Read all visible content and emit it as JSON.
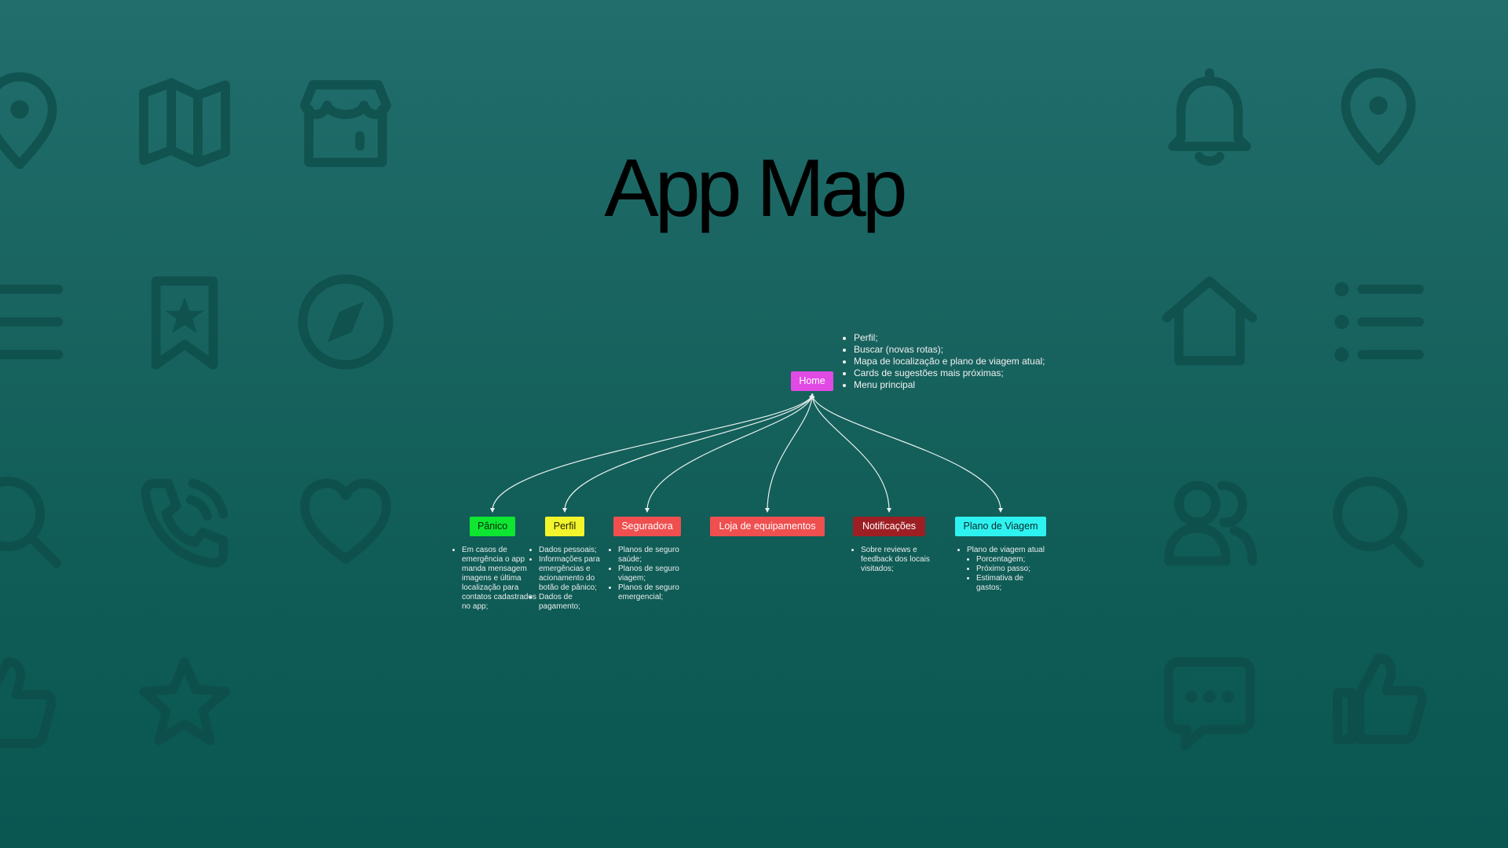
{
  "title": "App Map",
  "colors": {
    "root": "#e14ae5",
    "panico": "#0ee632",
    "perfil": "#f2f52b",
    "seguradora": "#ef4f4f",
    "loja": "#ef4f4f",
    "notificacoes": "#9d1f24",
    "plano": "#2ef2f0",
    "connector": "#e8f1f0"
  },
  "root": {
    "label": "Home",
    "details": [
      "Perfil;",
      "Buscar (novas rotas);",
      "Mapa de localização e plano de viagem atual;",
      "Cards de sugestões mais próximas;",
      "Menu principal"
    ]
  },
  "children": [
    {
      "label": "Pânico",
      "details": [
        "Em casos de emergência o app manda mensagem imagens e última localização para contatos cadastrados no app;"
      ]
    },
    {
      "label": "Perfil",
      "details": [
        "Dados pessoais;",
        "Informações para emergências e acionamento do botão de pânico;",
        "Dados de pagamento;"
      ]
    },
    {
      "label": "Seguradora",
      "details": [
        "Planos de seguro saúde;",
        "Planos de seguro viagem;",
        "Planos de seguro emergencial;"
      ]
    },
    {
      "label": "Loja de equipamentos",
      "details": []
    },
    {
      "label": "Notificações",
      "details": [
        "Sobre reviews e feedback dos locais visitados;"
      ]
    },
    {
      "label": "Plano de Viagem",
      "details": [
        "Plano de viagem atual"
      ],
      "subdetails": [
        "Porcentagem;",
        "Próximo passo;",
        "Estimativa de gastos;"
      ]
    }
  ],
  "background_icons": [
    "location-pin-icon",
    "map-icon",
    "store-icon",
    "menu-lines-icon",
    "bookmark-star-icon",
    "compass-icon",
    "search-icon",
    "phone-call-icon",
    "heart-icon",
    "thumbs-up-icon",
    "star-icon",
    "bell-icon",
    "location-pin-icon",
    "home-icon",
    "list-icon",
    "users-icon",
    "search-icon",
    "chat-icon",
    "thumbs-up-icon"
  ]
}
